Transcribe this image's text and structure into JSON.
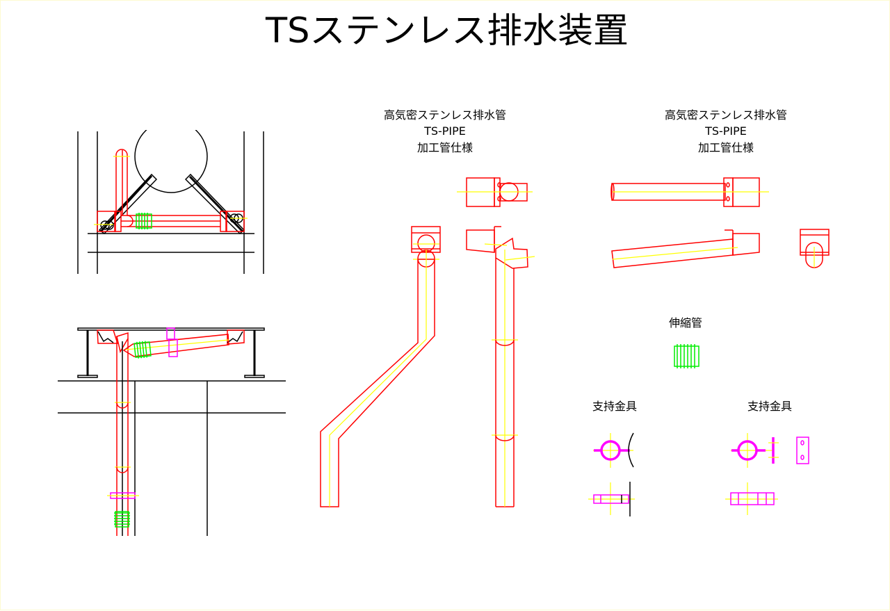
{
  "title": "TSステンレス排水装置",
  "spec_left": {
    "line1": "高気密ステンレス排水管",
    "line2": "TS-PIPE",
    "line3": "加工管仕様"
  },
  "spec_right": {
    "line1": "高気密ステンレス排水管",
    "line2": "TS-PIPE",
    "line3": "加工管仕様"
  },
  "expansion_label": "伸縮管",
  "support_left_label": "支持金具",
  "support_right_label": "支持金具",
  "colors": {
    "pipe": "#ff0000",
    "centerline": "#ffff00",
    "bellows": "#00ee00",
    "support": "#ff00ff",
    "structure": "#000000",
    "border": "#fdfbd0"
  }
}
